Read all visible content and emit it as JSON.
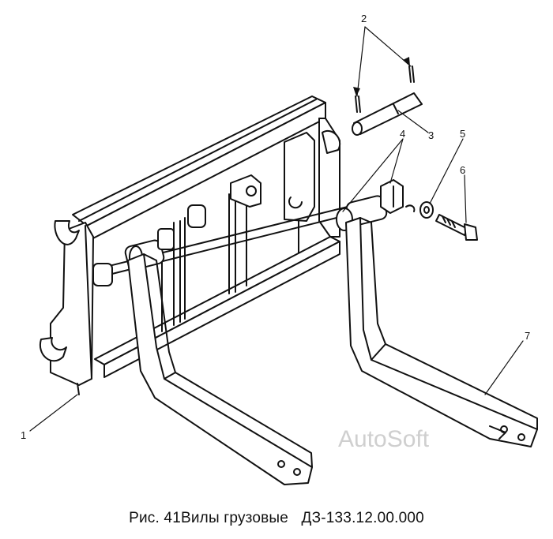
{
  "callouts": {
    "c1": "1",
    "c2": "2",
    "c3": "3",
    "c4": "4",
    "c5": "5",
    "c6": "6",
    "c7": "7"
  },
  "caption": {
    "figure": "Рис. 41",
    "title": "Вилы грузовые",
    "code": "ДЗ-133.12.00.000"
  },
  "watermark": "AutoSoft",
  "colors": {
    "ink": "#111111",
    "watermark": "#cfcfcf",
    "background": "#ffffff"
  }
}
